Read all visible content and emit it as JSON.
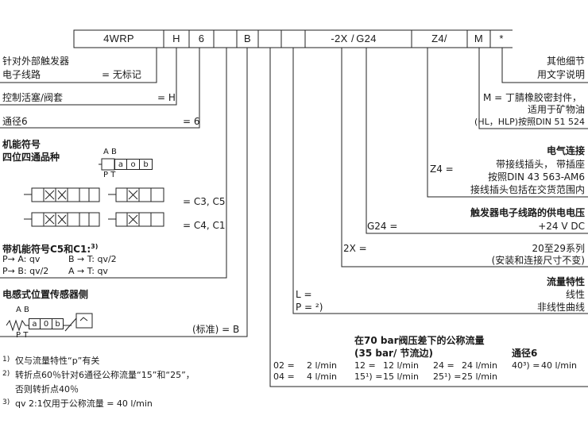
{
  "order_code": {
    "fields": [
      "4WRP",
      "H",
      "6",
      "",
      "B",
      "",
      "",
      "-2X",
      "G24",
      "Z4/",
      "M",
      "*"
    ],
    "separators": [
      "/",
      "/"
    ]
  },
  "left": {
    "external_trigger": [
      "针对外部触发器",
      "电子线路",
      "= 无标记"
    ],
    "control_spool": [
      "控制活塞/阀套",
      "= H"
    ],
    "nominal_size": [
      "通径6",
      "= 6"
    ],
    "function_symbol": {
      "title": "机能符号",
      "subtitle": "四位四通品种",
      "ports_top": "A B",
      "ports_bottom": "P T",
      "cells": [
        "a",
        "o",
        "b"
      ],
      "row1_label": "= C3, C5",
      "row2_label": "= C4, C1"
    },
    "c5_c1": {
      "title": "带机能符号C5和C1:",
      "title_sup": "3)",
      "lines": [
        [
          "P→ A: qv",
          "B → T: qv/2"
        ],
        [
          "P→ B: qv/2",
          "A → T: qv"
        ]
      ]
    },
    "sensor": {
      "title": "电感式位置传感器侧",
      "ports_top": "A B",
      "ports_bottom": "P T",
      "cells": [
        "a",
        "0",
        "b"
      ],
      "label": "(标准) = B"
    },
    "footnotes": [
      [
        "1)",
        "仅与流量特性“p”有关"
      ],
      [
        "2)",
        "转折点60％针对6通径公称流量“15”和“25”，"
      ],
      [
        "",
        "否则转折点40％"
      ],
      [
        "3)",
        "qv 2:1仅用于公称流量 = 40 l/min"
      ]
    ]
  },
  "right": {
    "other_details": [
      "其他细节",
      "用文字说明"
    ],
    "seal": [
      "M =  丁腈橡胶密封件，",
      "适用于矿物油",
      "(HL，HLP)按照DIN 51 524"
    ],
    "electrical": {
      "title": "电气连接",
      "z4": "Z4 =",
      "lines": [
        "带接线插头，  带插座",
        "按照DIN 43 563-AM6",
        "接线插头包括在交货范围内"
      ]
    },
    "supply": {
      "title": "触发器电子线路的供电电压",
      "key": "G24 =",
      "value": "+24 V DC"
    },
    "series": {
      "key": "2X =",
      "value": "20至29系列",
      "note": "(安装和连接尺寸不变)"
    },
    "flow_char": {
      "title": "流量特性",
      "l": "L =",
      "l_val": "线性",
      "p": "P = ²)",
      "p_val": "非线性曲线"
    },
    "nominal_flow": {
      "title": "在70 bar阀压差下的公称流量",
      "subtitle": "(35 bar/ 节流边)",
      "size_title": "通径6",
      "rows": [
        [
          "02 =",
          "2 l/min",
          "12 =",
          "12 l/min",
          "24 =",
          "24 l/min",
          "40³) =",
          "40 l/min"
        ],
        [
          "04 =",
          "4 l/min",
          "15¹) =",
          "15 l/min",
          "25¹) =",
          "25 l/min",
          "",
          ""
        ]
      ]
    }
  }
}
